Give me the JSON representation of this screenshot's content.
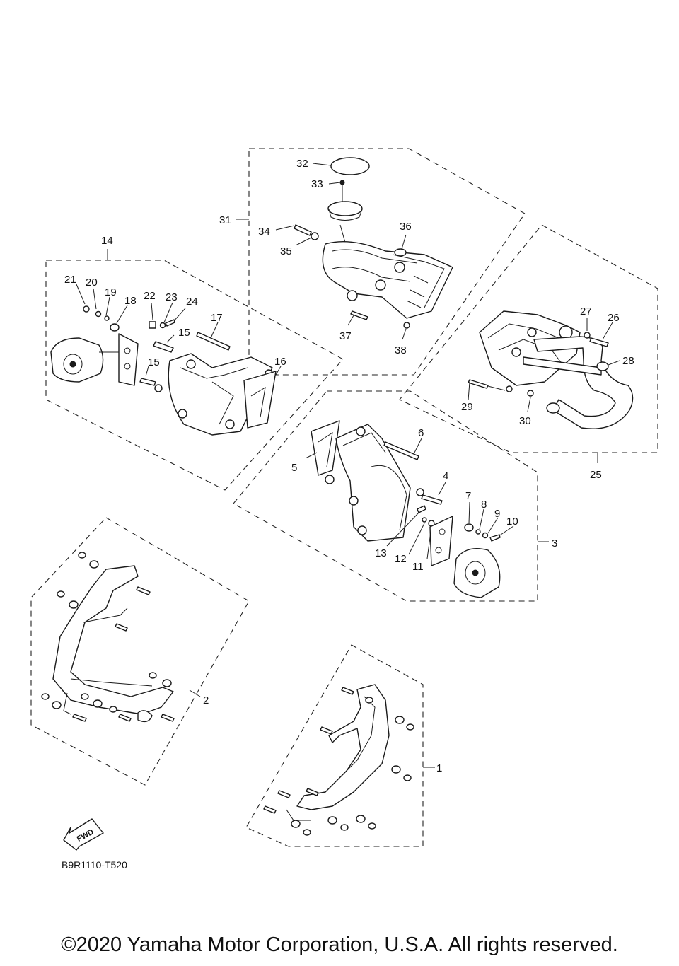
{
  "diagram": {
    "code": "B9R1110-T520",
    "fwd_label": "FWD",
    "copyright": "©2020 Yamaha Motor Corporation, U.S.A. All rights reserved.",
    "callouts": [
      "1",
      "2",
      "3",
      "4",
      "5",
      "6",
      "7",
      "8",
      "9",
      "10",
      "11",
      "12",
      "13",
      "14",
      "15",
      "15",
      "16",
      "17",
      "18",
      "19",
      "20",
      "21",
      "22",
      "23",
      "24",
      "25",
      "26",
      "27",
      "28",
      "29",
      "30",
      "31",
      "32",
      "33",
      "34",
      "35",
      "36",
      "37",
      "38"
    ]
  }
}
